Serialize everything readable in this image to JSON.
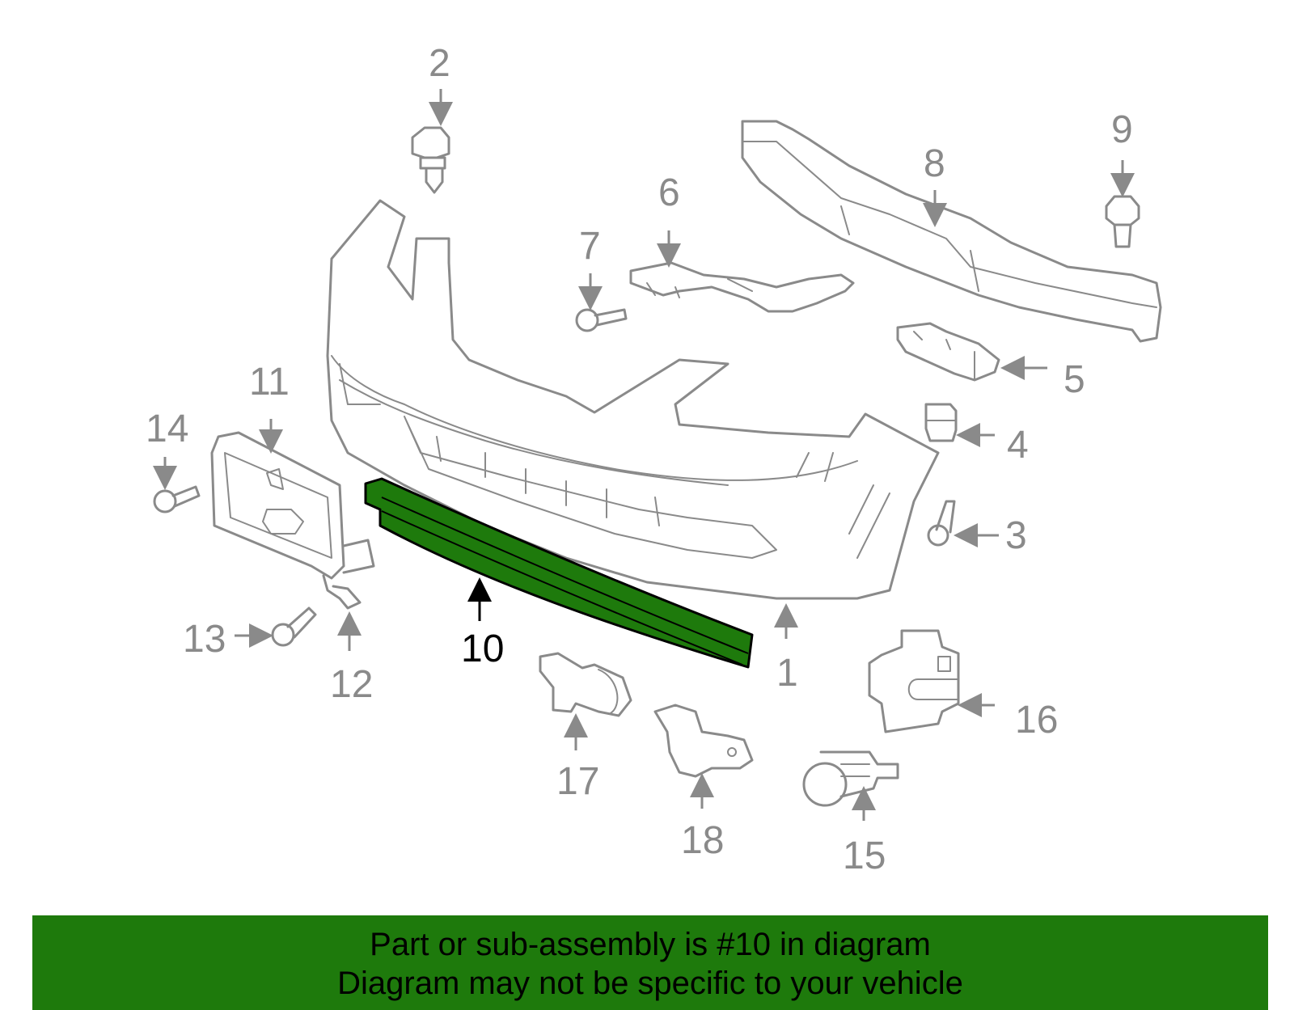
{
  "diagram": {
    "highlight_color": "#1e7a0c",
    "line_color": "#8a8a8a",
    "highlighted_part": "10",
    "callouts": [
      "1",
      "2",
      "3",
      "4",
      "5",
      "6",
      "7",
      "8",
      "9",
      "10",
      "11",
      "12",
      "13",
      "14",
      "15",
      "16",
      "17",
      "18"
    ]
  },
  "banner": {
    "line1": "Part or sub-assembly is #10 in diagram",
    "line2": "Diagram may not be specific to your vehicle"
  }
}
